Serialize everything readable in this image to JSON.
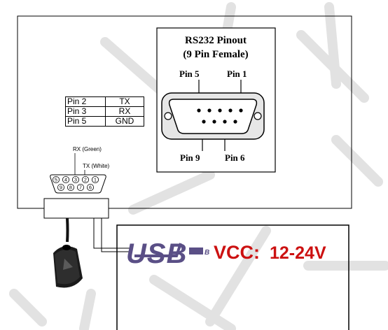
{
  "panel": {
    "title_line1": "RS232 Pinout",
    "title_line2": "(9 Pin Female)",
    "label_pin5": "Pin 5",
    "label_pin1": "Pin 1",
    "label_pin9": "Pin 9",
    "label_pin6": "Pin 6"
  },
  "pin_table": [
    {
      "pin": "Pin 2",
      "signal": "TX"
    },
    {
      "pin": "Pin 3",
      "signal": "RX"
    },
    {
      "pin": "Pin 5",
      "signal": "GND"
    }
  ],
  "small_connector": {
    "rx_label": "RX (Green)",
    "tx_label": "TX (White)",
    "top_pins": [
      "5",
      "4",
      "3",
      "2",
      "1"
    ],
    "bottom_pins": [
      "9",
      "8",
      "7",
      "6"
    ]
  },
  "usb": {
    "logo": "USB",
    "vcc_label": "VCC:",
    "vcc_range": "12-24V"
  },
  "colors": {
    "usb_logo": "#5a4f86",
    "vcc_text": "#cc1111",
    "watermark": "#cfcfcf"
  }
}
